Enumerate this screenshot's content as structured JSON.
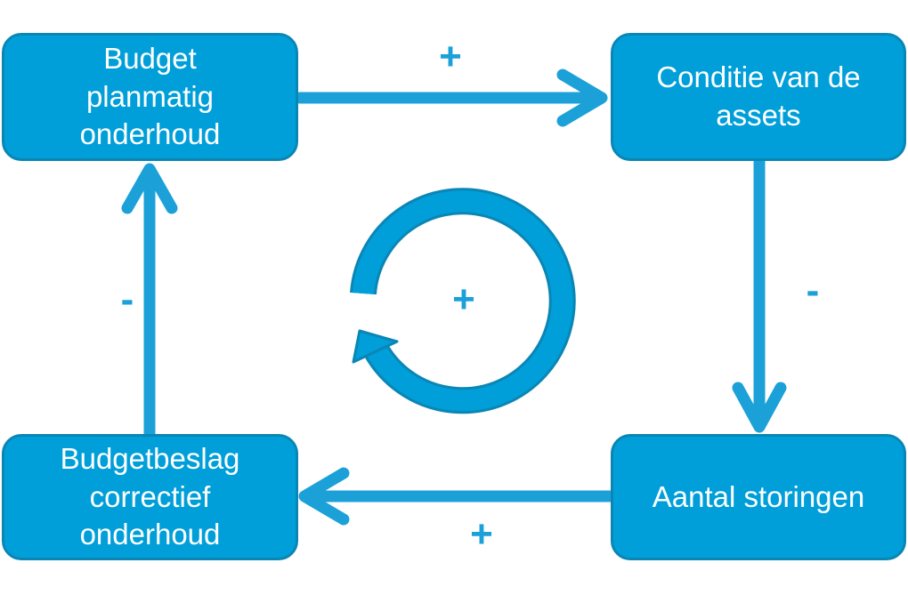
{
  "nodes": {
    "top_left": {
      "label": "Budget\nplanmatig\nonderhoud"
    },
    "top_right": {
      "label": "Conditie van de\nassets"
    },
    "bottom_right": {
      "label": "Aantal storingen"
    },
    "bottom_left": {
      "label": "Budgetbeslag\ncorrectief\nonderhoud"
    }
  },
  "edges": {
    "top": {
      "from": "Budget planmatig onderhoud",
      "to": "Conditie van de assets",
      "sign": "+"
    },
    "right": {
      "from": "Conditie van de assets",
      "to": "Aantal storingen",
      "sign": "-"
    },
    "bottom": {
      "from": "Aantal storingen",
      "to": "Budgetbeslag correctief onderhoud",
      "sign": "+"
    },
    "left": {
      "from": "Budgetbeslag correctief onderhoud",
      "to": "Budget planmatig onderhoud",
      "sign": "-"
    }
  },
  "loop": {
    "sign": "+",
    "icon": "circular-loop-arrow-icon"
  },
  "colors": {
    "box_fill": "#009FD9",
    "box_border": "#0A86B5",
    "arrow": "#1BA1D8",
    "text": "#FFFFFF"
  }
}
